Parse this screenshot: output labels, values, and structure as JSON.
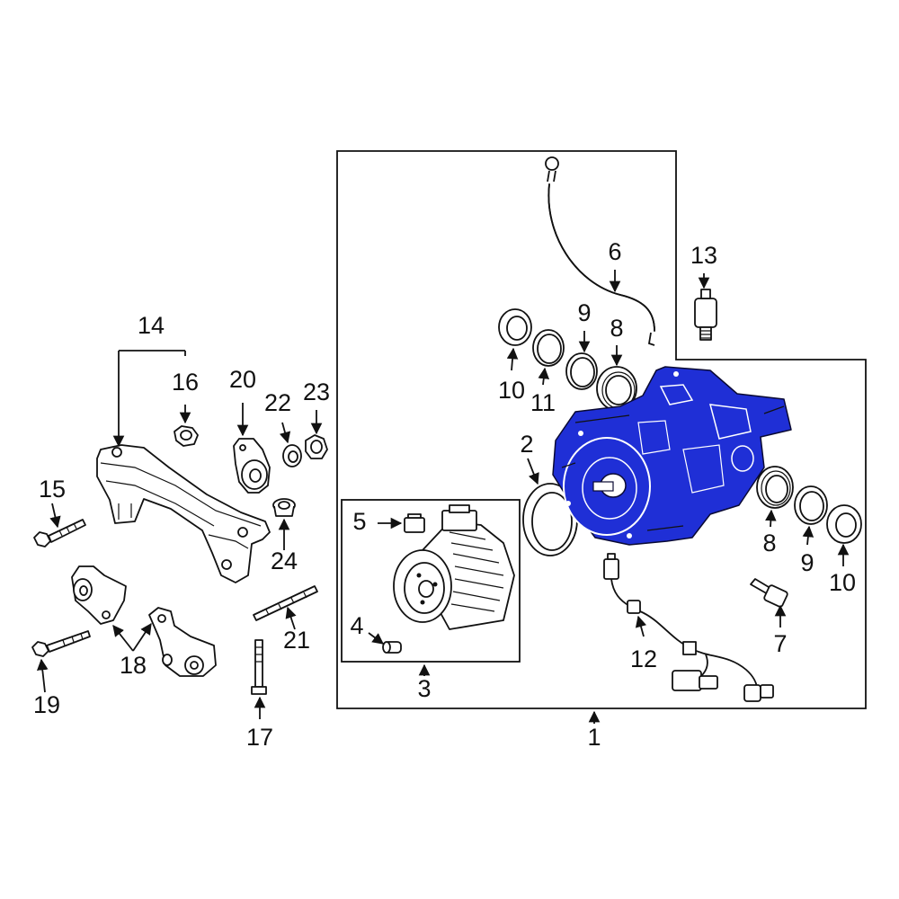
{
  "callouts": {
    "c1": "1",
    "c2": "2",
    "c3": "3",
    "c4": "4",
    "c5": "5",
    "c6": "6",
    "c7": "7",
    "c8a": "8",
    "c8b": "8",
    "c9a": "9",
    "c9b": "9",
    "c10a": "10",
    "c10b": "10",
    "c11": "11",
    "c12": "12",
    "c13": "13",
    "c14": "14",
    "c15": "15",
    "c16": "16",
    "c17": "17",
    "c18": "18",
    "c19": "19",
    "c20": "20",
    "c21": "21",
    "c22": "22",
    "c23": "23",
    "c24": "24"
  },
  "colors": {
    "highlight_part": "#1f2fd6",
    "line": "#111111",
    "background": "#ffffff"
  }
}
